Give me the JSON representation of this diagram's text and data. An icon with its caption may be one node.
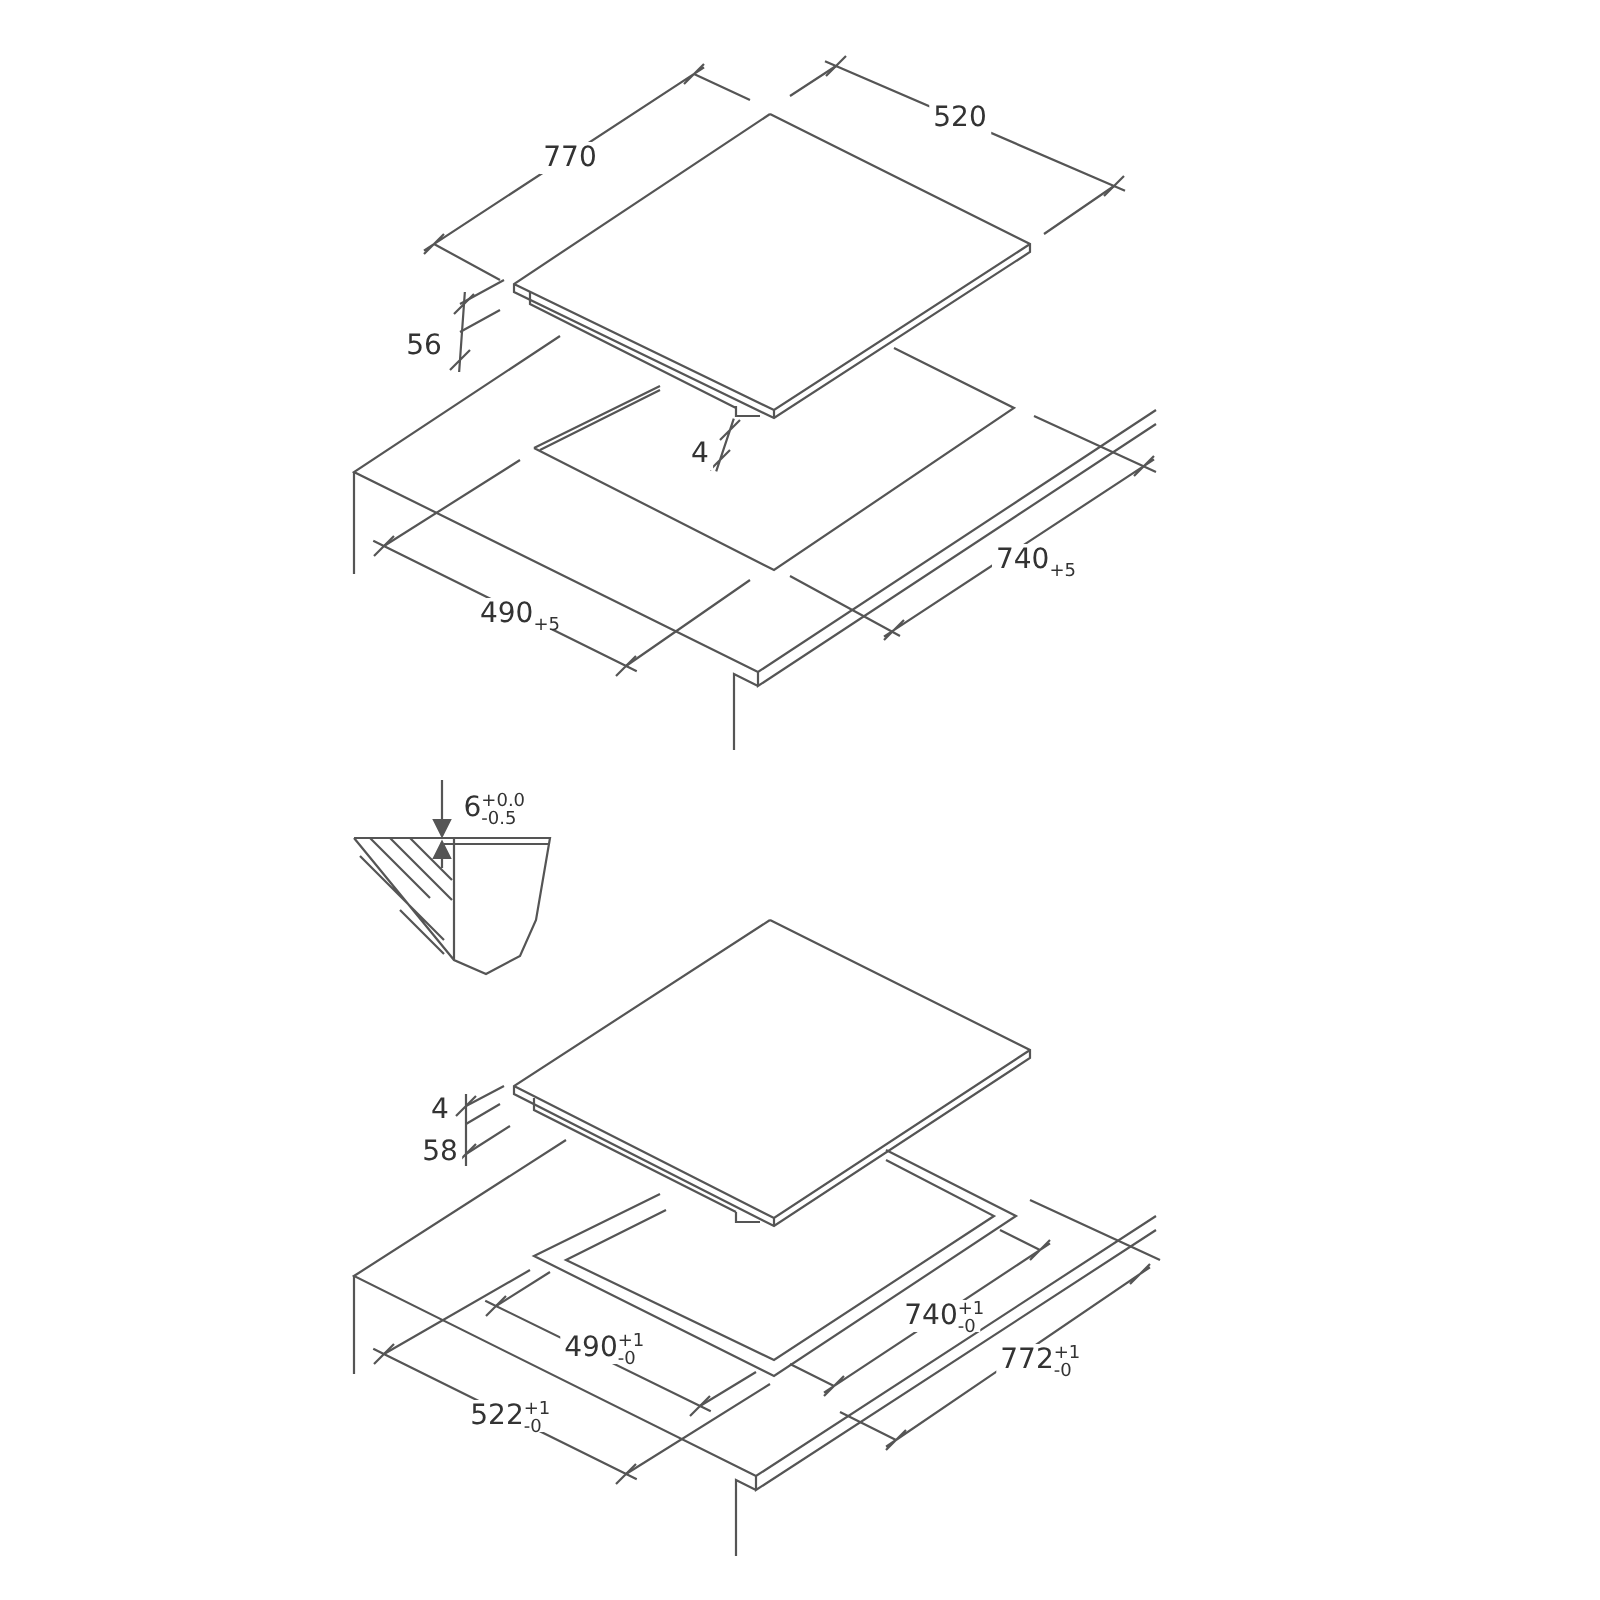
{
  "diagram": {
    "labels": [
      "770",
      "520",
      "56",
      "4",
      "740$_{+5}$",
      "490$_{+5}$",
      "6$^{+0.0}$$_{-0.5}$",
      "4",
      "58",
      "740$^{+1}$$_{-0}$",
      "490$^{+1}$$_{-0}$",
      "772$^{+1}$$_{-0}$",
      "522$^{+1}$$_{-0}$"
    ]
  }
}
